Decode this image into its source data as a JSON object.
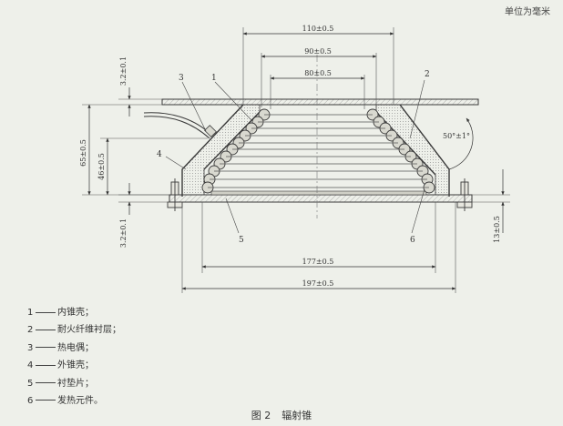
{
  "unit_label": "单位为毫米",
  "dimensions": {
    "d110": "110±0.5",
    "d90": "90±0.5",
    "d80": "80±0.5",
    "d177": "177±0.5",
    "d197": "197±0.5",
    "h65": "65±0.5",
    "h46": "46±0.5",
    "h13": "13±0.5",
    "t_top": "3.2±0.1",
    "t_bottom": "3.2±0.1",
    "angle": "50°±1°"
  },
  "callouts": {
    "c1": "1",
    "c2": "2",
    "c3": "3",
    "c4": "4",
    "c5": "5",
    "c6": "6"
  },
  "legend": [
    {
      "num": "1",
      "text": "内锥壳；"
    },
    {
      "num": "2",
      "text": "耐火纤维衬层；"
    },
    {
      "num": "3",
      "text": "热电偶；"
    },
    {
      "num": "4",
      "text": "外锥壳；"
    },
    {
      "num": "5",
      "text": "衬垫片；"
    },
    {
      "num": "6",
      "text": "发热元件。"
    }
  ],
  "caption": {
    "figure_no": "图 2",
    "title": "辐射锥"
  },
  "colors": {
    "line": "#3a3a3a",
    "fill": "#d9d9d0",
    "background": "#eef0ea"
  }
}
